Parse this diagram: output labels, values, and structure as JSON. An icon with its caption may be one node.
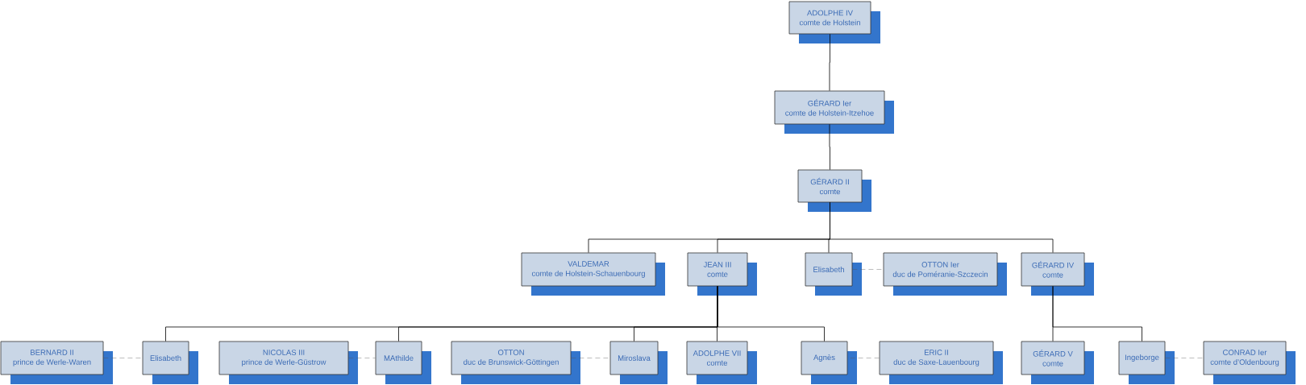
{
  "diagram": {
    "nodes": [
      {
        "text": [
          "ADOLPHE IV",
          "comte de Holstein"
        ]
      },
      {
        "text": [
          "GÉRARD Ier",
          "comte de Holstein-Itzehoe"
        ]
      },
      {
        "text": [
          "GÉRARD II",
          "comte"
        ]
      },
      {
        "text": [
          "VALDEMAR",
          "comte de Holstein-Schauenbourg"
        ]
      },
      {
        "text": [
          "JEAN III",
          "comte"
        ]
      },
      {
        "text": [
          "Elisabeth"
        ]
      },
      {
        "text": [
          "OTTON Ier",
          "duc de Poméranie-Szczecin"
        ]
      },
      {
        "text": [
          "GÉRARD IV",
          "comte"
        ]
      },
      {
        "text": [
          "BERNARD II",
          "prince de Werle-Waren"
        ]
      },
      {
        "text": [
          "Elisabeth"
        ]
      },
      {
        "text": [
          "NICOLAS III",
          "prince de Werle-Güstrow"
        ]
      },
      {
        "text": [
          "MAthilde"
        ]
      },
      {
        "text": [
          "OTTON",
          "duc de Brunswick-Göttingen"
        ]
      },
      {
        "text": [
          "Miroslava"
        ]
      },
      {
        "text": [
          "ADOLPHE VII",
          "comte"
        ]
      },
      {
        "text": [
          "Agnès"
        ]
      },
      {
        "text": [
          "ERIC II",
          "duc de Saxe-Lauenbourg"
        ]
      },
      {
        "text": [
          "GÉRARD V",
          "comte"
        ]
      },
      {
        "text": [
          "Ingeborge"
        ]
      },
      {
        "text": [
          "CONRAD Ier",
          "comte d’Oldenbourg"
        ]
      }
    ],
    "edges": [
      {
        "from": 0,
        "to": 1,
        "arrow": "none"
      },
      {
        "from": 1,
        "to": 2,
        "arrow": "none"
      },
      {
        "from": 2,
        "to": 3,
        "arrow": "none"
      },
      {
        "from": 2,
        "to": 4,
        "arrow": "none"
      },
      {
        "from": 2,
        "to": 5,
        "arrow": "none"
      },
      {
        "from": 2,
        "to": 7,
        "arrow": "none"
      },
      {
        "from": 5,
        "to": 6,
        "arrow": "none",
        "style": "dashed",
        "color": "#595959"
      },
      {
        "from": 4,
        "to": 9,
        "arrow": "none"
      },
      {
        "from": 4,
        "to": 11,
        "arrow": "none"
      },
      {
        "from": 4,
        "to": 13,
        "arrow": "none"
      },
      {
        "from": 4,
        "to": 14,
        "arrow": "none"
      },
      {
        "from": 4,
        "to": 15,
        "arrow": "none"
      },
      {
        "from": 8,
        "to": 9,
        "arrow": "none",
        "style": "dashed",
        "color": "#595959"
      },
      {
        "from": 10,
        "to": 11,
        "arrow": "none",
        "style": "dashed",
        "color": "#595959"
      },
      {
        "from": 12,
        "to": 13,
        "arrow": "none",
        "style": "dashed",
        "color": "#595959"
      },
      {
        "from": 16,
        "to": 15,
        "arrow": "none",
        "style": "dashed",
        "color": "#595959"
      },
      {
        "from": 7,
        "to": 17,
        "arrow": "none"
      },
      {
        "from": 7,
        "to": 18,
        "arrow": "none"
      },
      {
        "from": 18,
        "to": 19,
        "arrow": "none",
        "style": "dashed",
        "color": "#595959"
      }
    ]
  }
}
